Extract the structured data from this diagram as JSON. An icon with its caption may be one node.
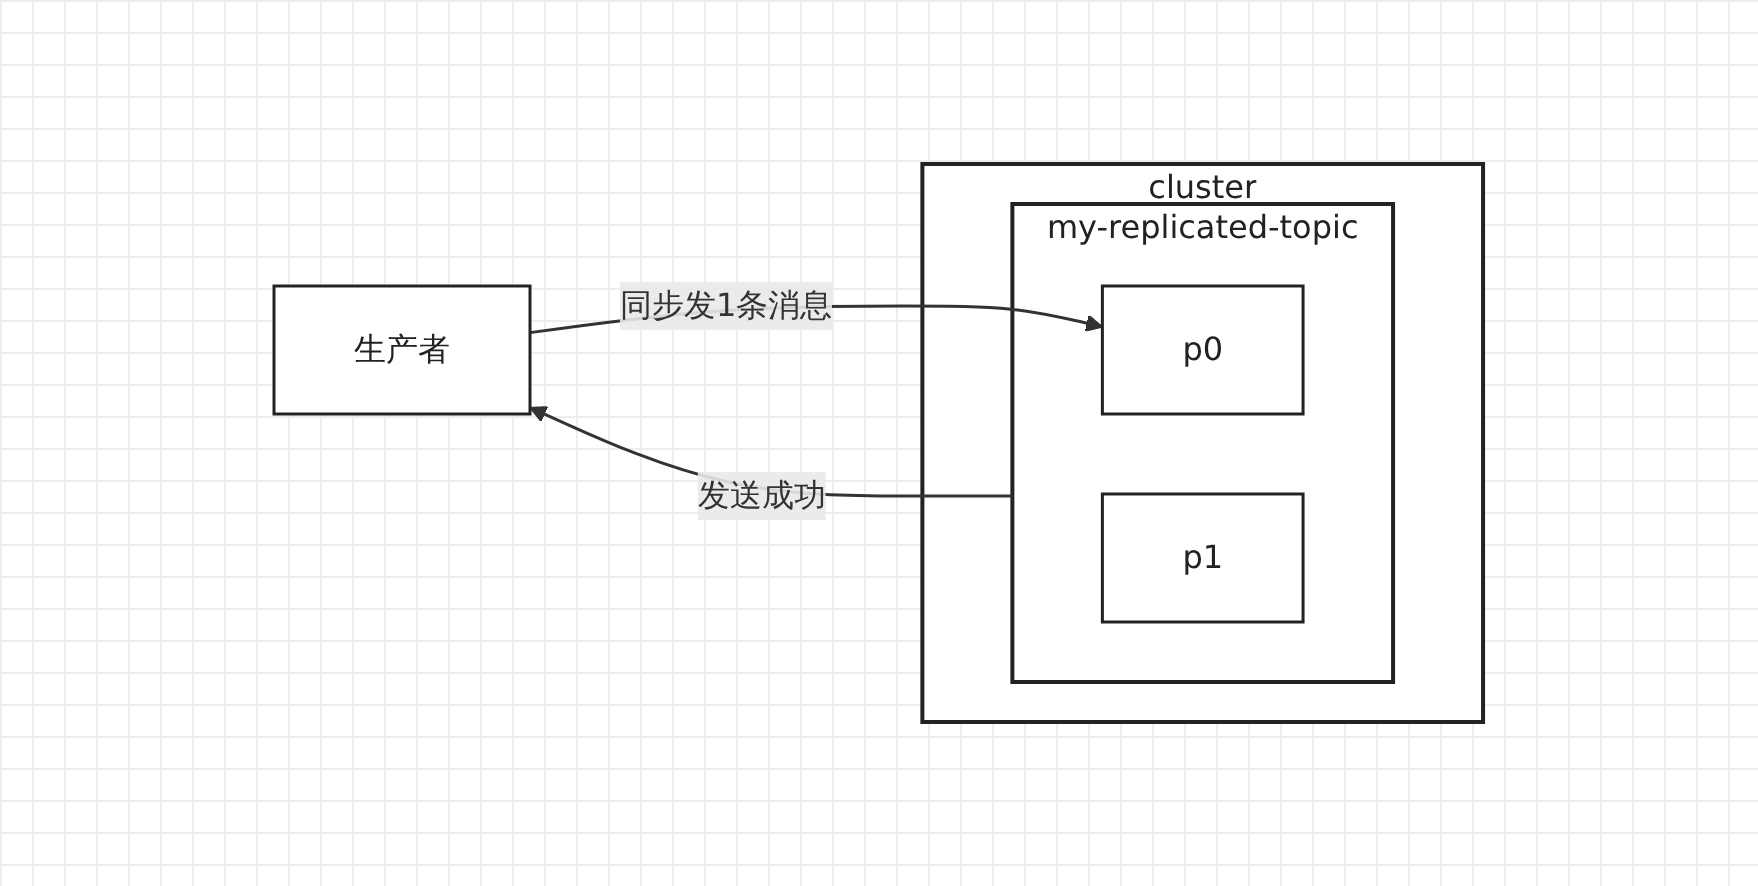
{
  "diagram": {
    "nodes": [
      {
        "text": [
          "生产者"
        ]
      },
      {
        "text": [
          "cluster"
        ]
      },
      {
        "text": [
          "my-replicated-topic"
        ],
        "in": 1
      },
      {
        "text": [
          "p0"
        ],
        "in": 2
      },
      {
        "text": [
          "p1"
        ],
        "in": 2
      }
    ],
    "edges": [
      {
        "from": 0,
        "to": 3,
        "arrow": "to",
        "label": "同步发1条消息"
      },
      {
        "from": 2,
        "to": 0,
        "arrow": "to",
        "label": "发送成功"
      }
    ]
  }
}
